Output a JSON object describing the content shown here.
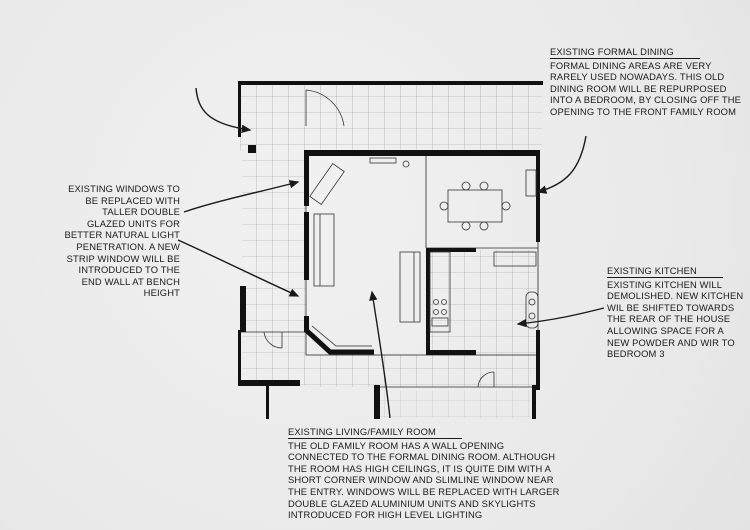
{
  "notes": {
    "dining": {
      "heading": "EXISTING FORMAL DINING",
      "body": "FORMAL DINING AREAS ARE VERY RARELY USED NOWADAYS. THIS OLD DINING ROOM WILL BE REPURPOSED INTO A BEDROOM, BY CLOSING OFF THE OPENING TO THE FRONT FAMILY ROOM"
    },
    "kitchen": {
      "heading": "EXISTING KITCHEN",
      "body": "EXISTING KITCHEN WILL DEMOLISHED. NEW KITCHEN WIL BE SHIFTED TOWARDS THE REAR OF THE HOUSE ALLOWING SPACE FOR A NEW POWDER AND WIR TO BEDROOM 3"
    },
    "living": {
      "heading": "EXISTING LIVING/FAMILY ROOM",
      "body": "THE OLD FAMILY ROOM HAS A WALL OPENING CONNECTED TO THE FORMAL DINING ROOM. ALTHOUGH THE ROOM HAS HIGH CEILINGS, IT IS QUITE DIM WITH A SHORT CORNER WINDOW AND SLIMLINE WINDOW NEAR THE ENTRY. WINDOWS WILL BE REPLACED WITH LARGER DOUBLE GLAZED ALUMINIUM UNITS AND SKYLIGHTS INTRODUCED FOR HIGH LEVEL LIGHTING"
    },
    "windows": {
      "body": "EXISTING WINDOWS TO BE REPLACED WITH TALLER DOUBLE GLAZED UNITS FOR BETTER NATURAL LIGHT PENETRATION. A NEW STRIP WINDOW WILL BE INTRODUCED TO THE END WALL AT BENCH HEIGHT"
    }
  },
  "colors": {
    "ink": "#1a1a1a",
    "paper": "#ececec",
    "grid": "#9a9a9a"
  }
}
